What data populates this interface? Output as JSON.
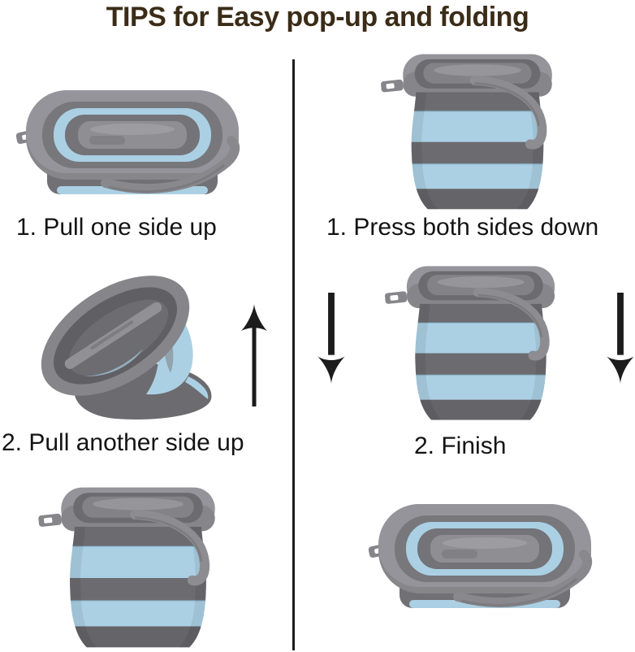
{
  "title": "TIPS for Easy pop-up and folding",
  "left_column": {
    "step1_label": "1. Pull one side up",
    "step2_label": "2. Pull another side up",
    "image1": "folded-flat-bucket",
    "image2": "half-opened-tilted-bucket",
    "image3": "fully-opened-bucket",
    "arrow": "up-arrow"
  },
  "right_column": {
    "step1_label": "1. Press both sides down",
    "step2_label": "2. Finish",
    "image1": "fully-opened-bucket",
    "image2": "opened-bucket-being-pressed-down",
    "image3": "folded-flat-bucket",
    "arrows": [
      "down-arrow-left",
      "down-arrow-right"
    ]
  },
  "colors": {
    "title_text": "#3b2c18",
    "step_text": "#141414",
    "divider": "#1c1c1c",
    "arrow": "#1c1c1c",
    "bucket_gray_light": "#94949a",
    "bucket_gray": "#85858a",
    "bucket_gray_dark": "#6b6b70",
    "bucket_blue": "#abd0e4",
    "bg": "#ffffff"
  }
}
